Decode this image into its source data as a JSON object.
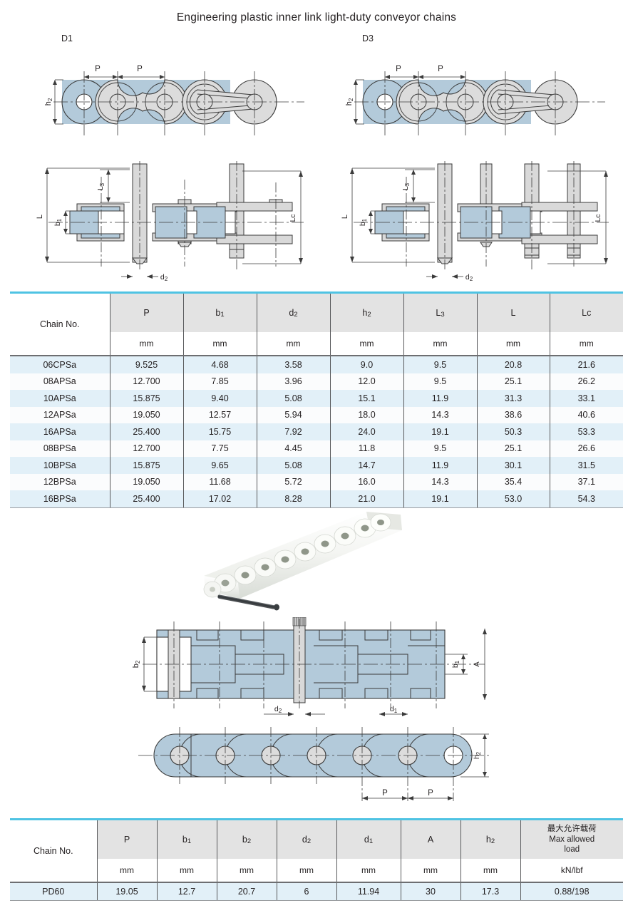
{
  "title": "Engineering plastic inner link light-duty conveyor chains",
  "variants": [
    {
      "id": "D1",
      "label": "D1"
    },
    {
      "id": "D3",
      "label": "D3"
    }
  ],
  "diagram_labels": {
    "pitch": "P",
    "h2": "h2",
    "b1": "b1",
    "b2": "b2",
    "d1": "d1",
    "d2": "d2",
    "L": "L",
    "L3": "L3",
    "Lc": "Lc",
    "A": "A"
  },
  "colors": {
    "accent_rule": "#4fc3e3",
    "header_fill": "#e3e3e3",
    "row_stripe": "#e2f0f8",
    "row_plain": "#fbfcfd",
    "drawing_blue": "#b3cada",
    "drawing_gray": "#d9d9d9",
    "line": "#3b3b3b",
    "text": "#231f20"
  },
  "main_table": {
    "chain_no_header": "Chain No.",
    "columns": [
      {
        "symbol": "P",
        "sub": "",
        "unit": "mm"
      },
      {
        "symbol": "b",
        "sub": "1",
        "unit": "mm"
      },
      {
        "symbol": "d",
        "sub": "2",
        "unit": "mm"
      },
      {
        "symbol": "h",
        "sub": "2",
        "unit": "mm"
      },
      {
        "symbol": "L",
        "sub": "3",
        "unit": "mm"
      },
      {
        "symbol": "L",
        "sub": "",
        "unit": "mm"
      },
      {
        "symbol": "Lc",
        "sub": "",
        "unit": "mm"
      }
    ],
    "rows": [
      {
        "chain_no": "06CPSa",
        "values": [
          "9.525",
          "4.68",
          "3.58",
          "9.0",
          "9.5",
          "20.8",
          "21.6"
        ]
      },
      {
        "chain_no": "08APSa",
        "values": [
          "12.700",
          "7.85",
          "3.96",
          "12.0",
          "9.5",
          "25.1",
          "26.2"
        ]
      },
      {
        "chain_no": "10APSa",
        "values": [
          "15.875",
          "9.40",
          "5.08",
          "15.1",
          "11.9",
          "31.3",
          "33.1"
        ]
      },
      {
        "chain_no": "12APSa",
        "values": [
          "19.050",
          "12.57",
          "5.94",
          "18.0",
          "14.3",
          "38.6",
          "40.6"
        ]
      },
      {
        "chain_no": "16APSa",
        "values": [
          "25.400",
          "15.75",
          "7.92",
          "24.0",
          "19.1",
          "50.3",
          "53.3"
        ]
      },
      {
        "chain_no": "08BPSa",
        "values": [
          "12.700",
          "7.75",
          "4.45",
          "11.8",
          "9.5",
          "25.1",
          "26.6"
        ]
      },
      {
        "chain_no": "10BPSa",
        "values": [
          "15.875",
          "9.65",
          "5.08",
          "14.7",
          "11.9",
          "30.1",
          "31.5"
        ]
      },
      {
        "chain_no": "12BPSa",
        "values": [
          "19.050",
          "11.68",
          "5.72",
          "16.0",
          "14.3",
          "35.4",
          "37.1"
        ]
      },
      {
        "chain_no": "16BPSa",
        "values": [
          "25.400",
          "17.02",
          "8.28",
          "21.0",
          "19.1",
          "53.0",
          "54.3"
        ]
      }
    ]
  },
  "pd60_table": {
    "chain_no_header": "Chain No.",
    "columns": [
      {
        "symbol": "P",
        "sub": "",
        "unit": "mm"
      },
      {
        "symbol": "b",
        "sub": "1",
        "unit": "mm"
      },
      {
        "symbol": "b",
        "sub": "2",
        "unit": "mm"
      },
      {
        "symbol": "d",
        "sub": "2",
        "unit": "mm"
      },
      {
        "symbol": "d",
        "sub": "1",
        "unit": "mm"
      },
      {
        "symbol": "A",
        "sub": "",
        "unit": "mm"
      },
      {
        "symbol": "h",
        "sub": "2",
        "unit": "mm"
      }
    ],
    "load_column": {
      "header_cn": "最大允许载荷",
      "header_en_line1": "Max allowed",
      "header_en_line2": "load",
      "unit": "kN/lbf"
    },
    "rows": [
      {
        "chain_no": "PD60",
        "values": [
          "19.05",
          "12.7",
          "20.7",
          "6",
          "11.94",
          "30",
          "17.3"
        ],
        "load": "0.88/198"
      }
    ]
  }
}
